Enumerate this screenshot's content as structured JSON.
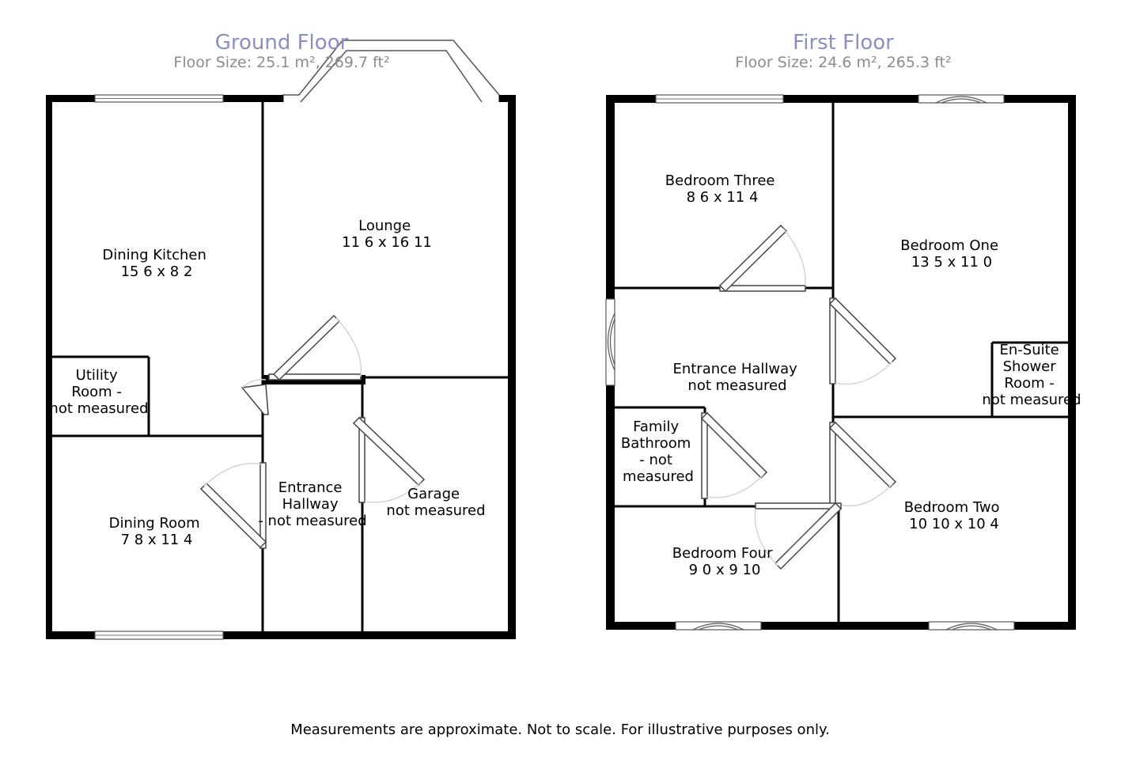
{
  "floors": [
    {
      "title": "Ground Floor",
      "size": "Floor Size: 25.1 m², 269.7 ft²",
      "rooms": [
        {
          "lines": [
            "Dining Kitchen",
            "15 6 x 8 2"
          ]
        },
        {
          "lines": [
            "Lounge",
            "11 6 x 16 11"
          ]
        },
        {
          "lines": [
            "Utility",
            "Room -",
            "not measured"
          ]
        },
        {
          "lines": [
            "Dining Room",
            "7 8 x 11 4"
          ]
        },
        {
          "lines": [
            "Entrance",
            "Hallway",
            "- not measured"
          ]
        },
        {
          "lines": [
            "Garage",
            "not measured"
          ]
        }
      ]
    },
    {
      "title": "First Floor",
      "size": "Floor Size: 24.6 m², 265.3 ft²",
      "rooms": [
        {
          "lines": [
            "Bedroom Three",
            "8 6 x 11 4"
          ]
        },
        {
          "lines": [
            "Bedroom One",
            "13 5 x 11 0"
          ]
        },
        {
          "lines": [
            "En-Suite",
            "Shower",
            "Room -",
            "not measured"
          ]
        },
        {
          "lines": [
            "Entrance Hallway",
            "not measured"
          ]
        },
        {
          "lines": [
            "Family",
            "Bathroom",
            "- not",
            "measured"
          ]
        },
        {
          "lines": [
            "Bedroom Two",
            "10 10 x 10 4"
          ]
        },
        {
          "lines": [
            "Bedroom Four",
            "9 0 x 9 10"
          ]
        }
      ]
    }
  ],
  "disclaimer": "Measurements are approximate. Not to scale. For illustrative purposes only."
}
